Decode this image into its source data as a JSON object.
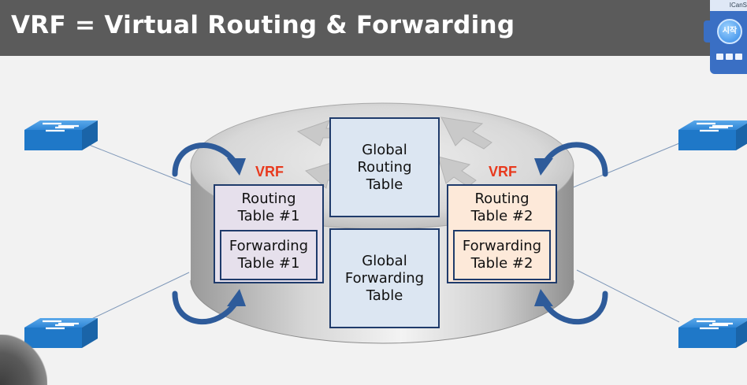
{
  "header": {
    "title": "VRF = Virtual Routing & Forwarding"
  },
  "widget": {
    "label": "ICanS",
    "start_button": "시작"
  },
  "diagram": {
    "vrf_left_label": "VRF",
    "vrf_right_label": "VRF",
    "global_routing_table": [
      "Global",
      "Routing",
      "Table"
    ],
    "global_forwarding_table": [
      "Global",
      "Forwarding",
      "Table"
    ],
    "routing_table_1": [
      "Routing",
      "Table #1"
    ],
    "forwarding_table_1": [
      "Forwarding",
      "Table #1"
    ],
    "routing_table_2": [
      "Routing",
      "Table #2"
    ],
    "forwarding_table_2": [
      "Forwarding",
      "Table #2"
    ],
    "colors": {
      "title_bar": "#5b5b5b",
      "vrf_label": "#e8391d",
      "table_border": "#1f3b6b",
      "global_fill": "#dce6f2",
      "vrf1_fill": "#e6e0ec",
      "vrf2_fill": "#fde9d9",
      "switch_blue": "#1f78c8",
      "arrow_blue": "#2e5b9a"
    }
  }
}
